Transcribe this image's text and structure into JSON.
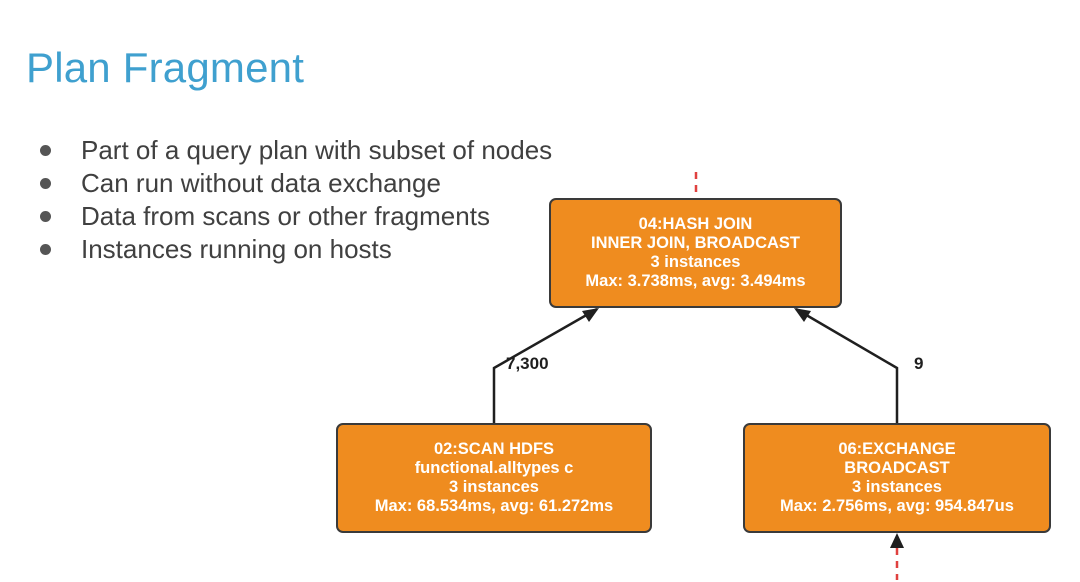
{
  "slide": {
    "title": "Plan Fragment",
    "bullets": [
      "Part of a query plan with subset of nodes",
      "Can run without data exchange",
      "Data from scans or other fragments",
      "Instances running on hosts"
    ]
  },
  "diagram": {
    "nodes": {
      "hash_join": {
        "lines": [
          "04:HASH JOIN",
          "INNER JOIN, BROADCAST",
          "3 instances",
          "Max: 3.738ms, avg: 3.494ms"
        ]
      },
      "scan_hdfs": {
        "lines": [
          "02:SCAN HDFS",
          "functional.alltypes c",
          "3 instances",
          "Max: 68.534ms, avg: 61.272ms"
        ]
      },
      "exchange": {
        "lines": [
          "06:EXCHANGE",
          "BROADCAST",
          "3 instances",
          "Max: 2.756ms, avg: 954.847us"
        ]
      }
    },
    "edges": {
      "scan_to_join_label": "7,300",
      "exchange_to_join_label": "9"
    },
    "colors": {
      "node_fill": "#ef8c1f",
      "node_border": "#3a3a3a",
      "dashed_link": "#e0413f",
      "title": "#3fa0cf"
    }
  }
}
